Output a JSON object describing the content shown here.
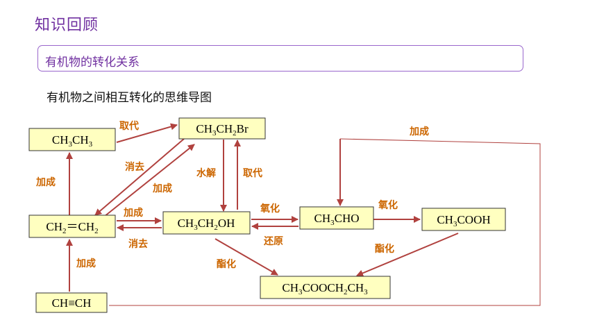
{
  "header": {
    "title": "知识回顾"
  },
  "section": {
    "title": "有机物的转化关系"
  },
  "diagram": {
    "subtitle": "有机物之间相互转化的思维导图",
    "nodes": {
      "ethane": {
        "base": "CH",
        "sub1": "3",
        "mid": "CH",
        "sub2": "3"
      },
      "bromoethane": {
        "a": "CH",
        "s1": "3",
        "b": "CH",
        "s2": "2",
        "c": "Br"
      },
      "ethylene": {
        "a": "CH",
        "s1": "2",
        "eq": "＝",
        "b": "CH",
        "s2": "2"
      },
      "ethanol": {
        "a": "CH",
        "s1": "3",
        "b": "CH",
        "s2": "2",
        "c": "OH"
      },
      "acetaldehyde": {
        "a": "CH",
        "s1": "3",
        "b": "CHO"
      },
      "acetic_acid": {
        "a": "CH",
        "s1": "3",
        "b": "COOH"
      },
      "ethyl_acetate": {
        "a": "CH",
        "s1": "3",
        "b": "COOCH",
        "s2": "2",
        "c": "CH",
        "s3": "3"
      },
      "acetylene": {
        "label": "CH≡CH"
      }
    },
    "edge_labels": {
      "substitution_top": "取代",
      "elimination_upper": "消去",
      "addition_upper": "加成",
      "hydrolysis": "水解",
      "substitution_right": "取代",
      "addition_left": "加成",
      "addition_middle": "加成",
      "elimination_lower": "消去",
      "oxidation_1": "氧化",
      "reduction": "还原",
      "oxidation_2": "氧化",
      "esterification_left": "酯化",
      "esterification_right": "酯化",
      "addition_bottom": "加成",
      "addition_far_right": "加成"
    },
    "colors": {
      "arrow": "#b0413e",
      "label": "#cc6600",
      "box_fill": "#ffffc0",
      "title": "#7030a0"
    }
  }
}
